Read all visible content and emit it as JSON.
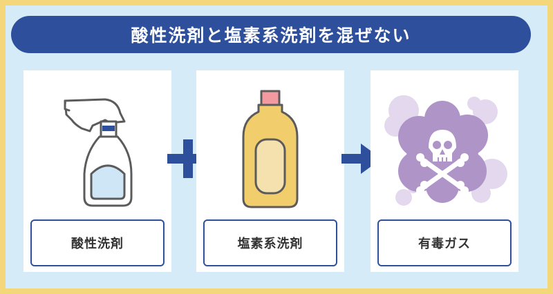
{
  "title": "酸性洗剤と塩素系洗剤を混ぜない",
  "items": [
    {
      "label": "酸性洗剤",
      "icon": "spray-bottle-icon"
    },
    {
      "label": "塩素系洗剤",
      "icon": "bleach-bottle-icon"
    },
    {
      "label": "有毒ガス",
      "icon": "skull-gas-cloud-icon"
    }
  ],
  "colors": {
    "banner": "#2d4f9c",
    "background": "#d6ebf8",
    "frame": "#f3d77a",
    "bottle_yellow": "#f2cd6c",
    "cap_pink": "#f29aa0",
    "gas_dark": "#ae94c7",
    "gas_light": "#e3d8ed"
  }
}
